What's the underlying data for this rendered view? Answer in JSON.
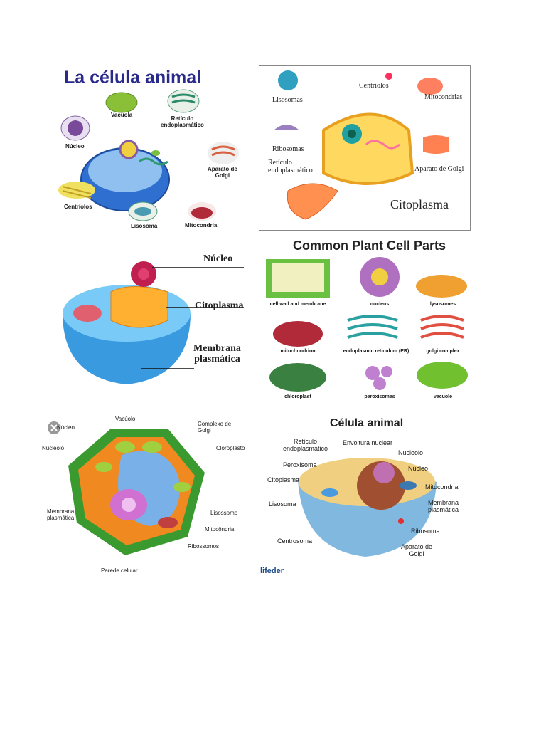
{
  "panel1": {
    "title": "La célula animal",
    "labels": {
      "vacuola": "Vacuola",
      "reticulo": "Retículo\nendoplasmático",
      "nucleo": "Núcleo",
      "golgi": "Aparato de\nGolgi",
      "centriolos": "Centríolos",
      "lisosoma": "Lisosoma",
      "mitocondria": "Mitocondria"
    }
  },
  "panel2": {
    "labels": {
      "centriolos": "Centriolos",
      "lisosomas": "Lisosomas",
      "mitocondrias": "Mitocondrias",
      "ribosomas": "Ribosomas",
      "reticulo": "Retículo\nendoplasmático",
      "golgi": "Aparato de Golgi",
      "citoplasma": "Citoplasma"
    }
  },
  "panel3": {
    "labels": {
      "nucleo": "Núcleo",
      "citoplasma": "Citoplasma",
      "membrana": "Membrana\nplasmática"
    }
  },
  "panel4": {
    "title": "Common Plant Cell Parts",
    "items": [
      "cell wall and membrane",
      "nucleus",
      "lysosomes",
      "mitochondrion",
      "endoplasmic reticulum (ER)",
      "golgi complex",
      "chloroplast",
      "peroxisomes",
      "vacuole"
    ]
  },
  "panel5": {
    "labels": {
      "nucleo": "Núcleo",
      "vacuolo": "Vacúolo",
      "complexo": "Complexo de\nGolgi",
      "nucleolo": "Nucléolo",
      "cloroplasto": "Cloroplasto",
      "membrana": "Membrana\nplasmática",
      "lisossomo": "Lisossomo",
      "mitocondria": "Mitocôndria",
      "ribossomos": "Ribossomos",
      "parede": "Parede celular"
    }
  },
  "panel6": {
    "title": "Célula animal",
    "labels": {
      "reticulo": "Retículo\nendoplasmático",
      "envoltura": "Envoltura nuclear",
      "nucleolo": "Nucleolo",
      "peroxisoma": "Peroxisoma",
      "nucleo": "Núcleo",
      "citoplasma": "Citoplasma",
      "mitocondria": "Mitocondria",
      "lisosoma": "Lisosoma",
      "membrana": "Membrana\nplasmática",
      "ribosoma": "Ribosoma",
      "centrosoma": "Centrosoma",
      "golgi": "Aparato de\nGolgi"
    },
    "brand": "lifeder"
  }
}
